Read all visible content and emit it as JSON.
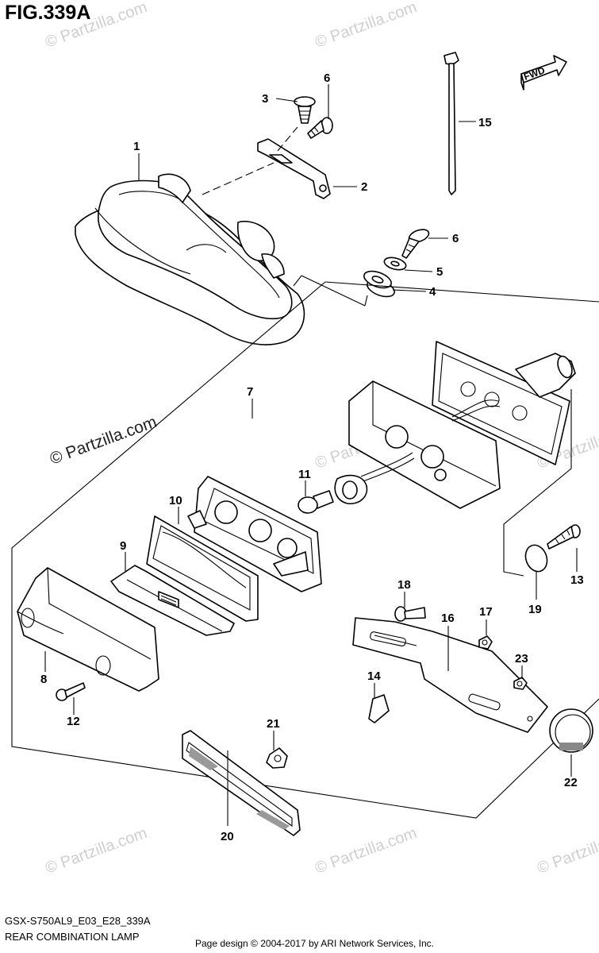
{
  "figure": {
    "title": "FIG.339A",
    "model_code": "GSX-S750AL9_E03_E28_339A",
    "diagram_name": "REAR COMBINATION LAMP",
    "credit": "Page design © 2004-2017 by ARI Network Services, Inc.",
    "fwd_label": "FWD"
  },
  "watermarks": {
    "main": "© Partzilla.com",
    "faint": "© Partzilla.com"
  },
  "callouts": [
    "1",
    "2",
    "3",
    "4",
    "5",
    "6",
    "6",
    "7",
    "8",
    "9",
    "10",
    "11",
    "12",
    "13",
    "14",
    "15",
    "16",
    "17",
    "18",
    "19",
    "20",
    "21",
    "22",
    "23"
  ]
}
